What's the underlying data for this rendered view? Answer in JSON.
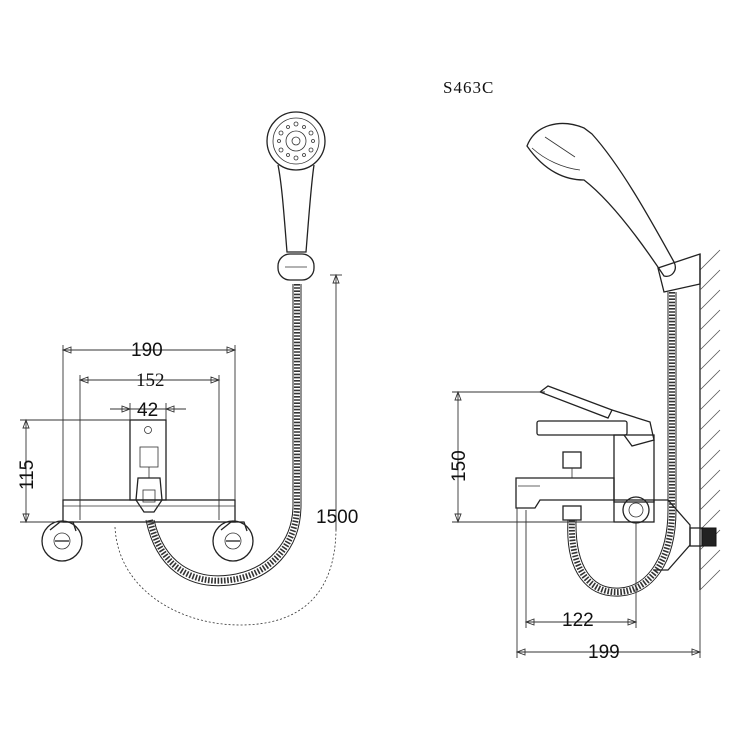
{
  "model_code": "S463C",
  "front_view": {
    "dimensions": {
      "overall_width": "190",
      "inlet_centres": "152",
      "body_width": "42",
      "height": "115",
      "hose_length": "1500"
    }
  },
  "side_view": {
    "dimensions": {
      "height": "150",
      "spout_reach": "122",
      "overall_depth": "199"
    }
  }
}
